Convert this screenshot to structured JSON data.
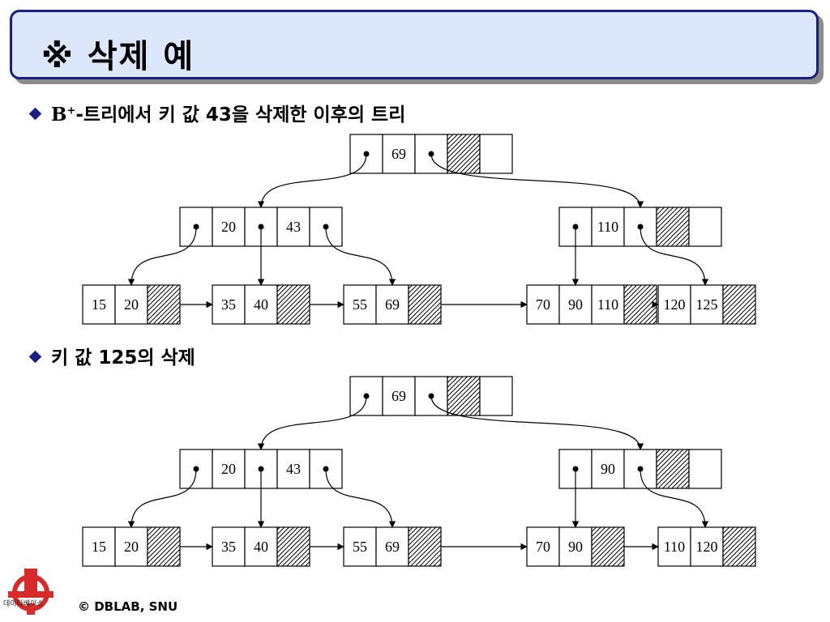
{
  "title": "※ 삭제 예",
  "bullets": [
    {
      "pre": "B",
      "sup": "+",
      "post": "-트리에서 키 값 43을 삭제한 이후의 트리"
    },
    {
      "text": "키 값 125의 삭제"
    }
  ],
  "footer": "© DBLAB, SNU",
  "logo_text": "데이타베이스",
  "colors": {
    "title_bg": "#dde7fb",
    "title_border": "#1b1f80",
    "bullet": "#1b1f80"
  },
  "trees": [
    {
      "root": [
        "69"
      ],
      "internal_left": [
        "20",
        "43"
      ],
      "internal_right": [
        "110"
      ],
      "leaves": [
        [
          "15",
          "20"
        ],
        [
          "35",
          "40"
        ],
        [
          "55",
          "69"
        ],
        [
          "70",
          "90",
          "110"
        ],
        [
          "120",
          "125"
        ]
      ]
    },
    {
      "root": [
        "69"
      ],
      "internal_left": [
        "20",
        "43"
      ],
      "internal_right": [
        "90"
      ],
      "leaves": [
        [
          "15",
          "20"
        ],
        [
          "35",
          "40"
        ],
        [
          "55",
          "69"
        ],
        [
          "70",
          "90"
        ],
        [
          "110",
          "120"
        ]
      ]
    }
  ]
}
